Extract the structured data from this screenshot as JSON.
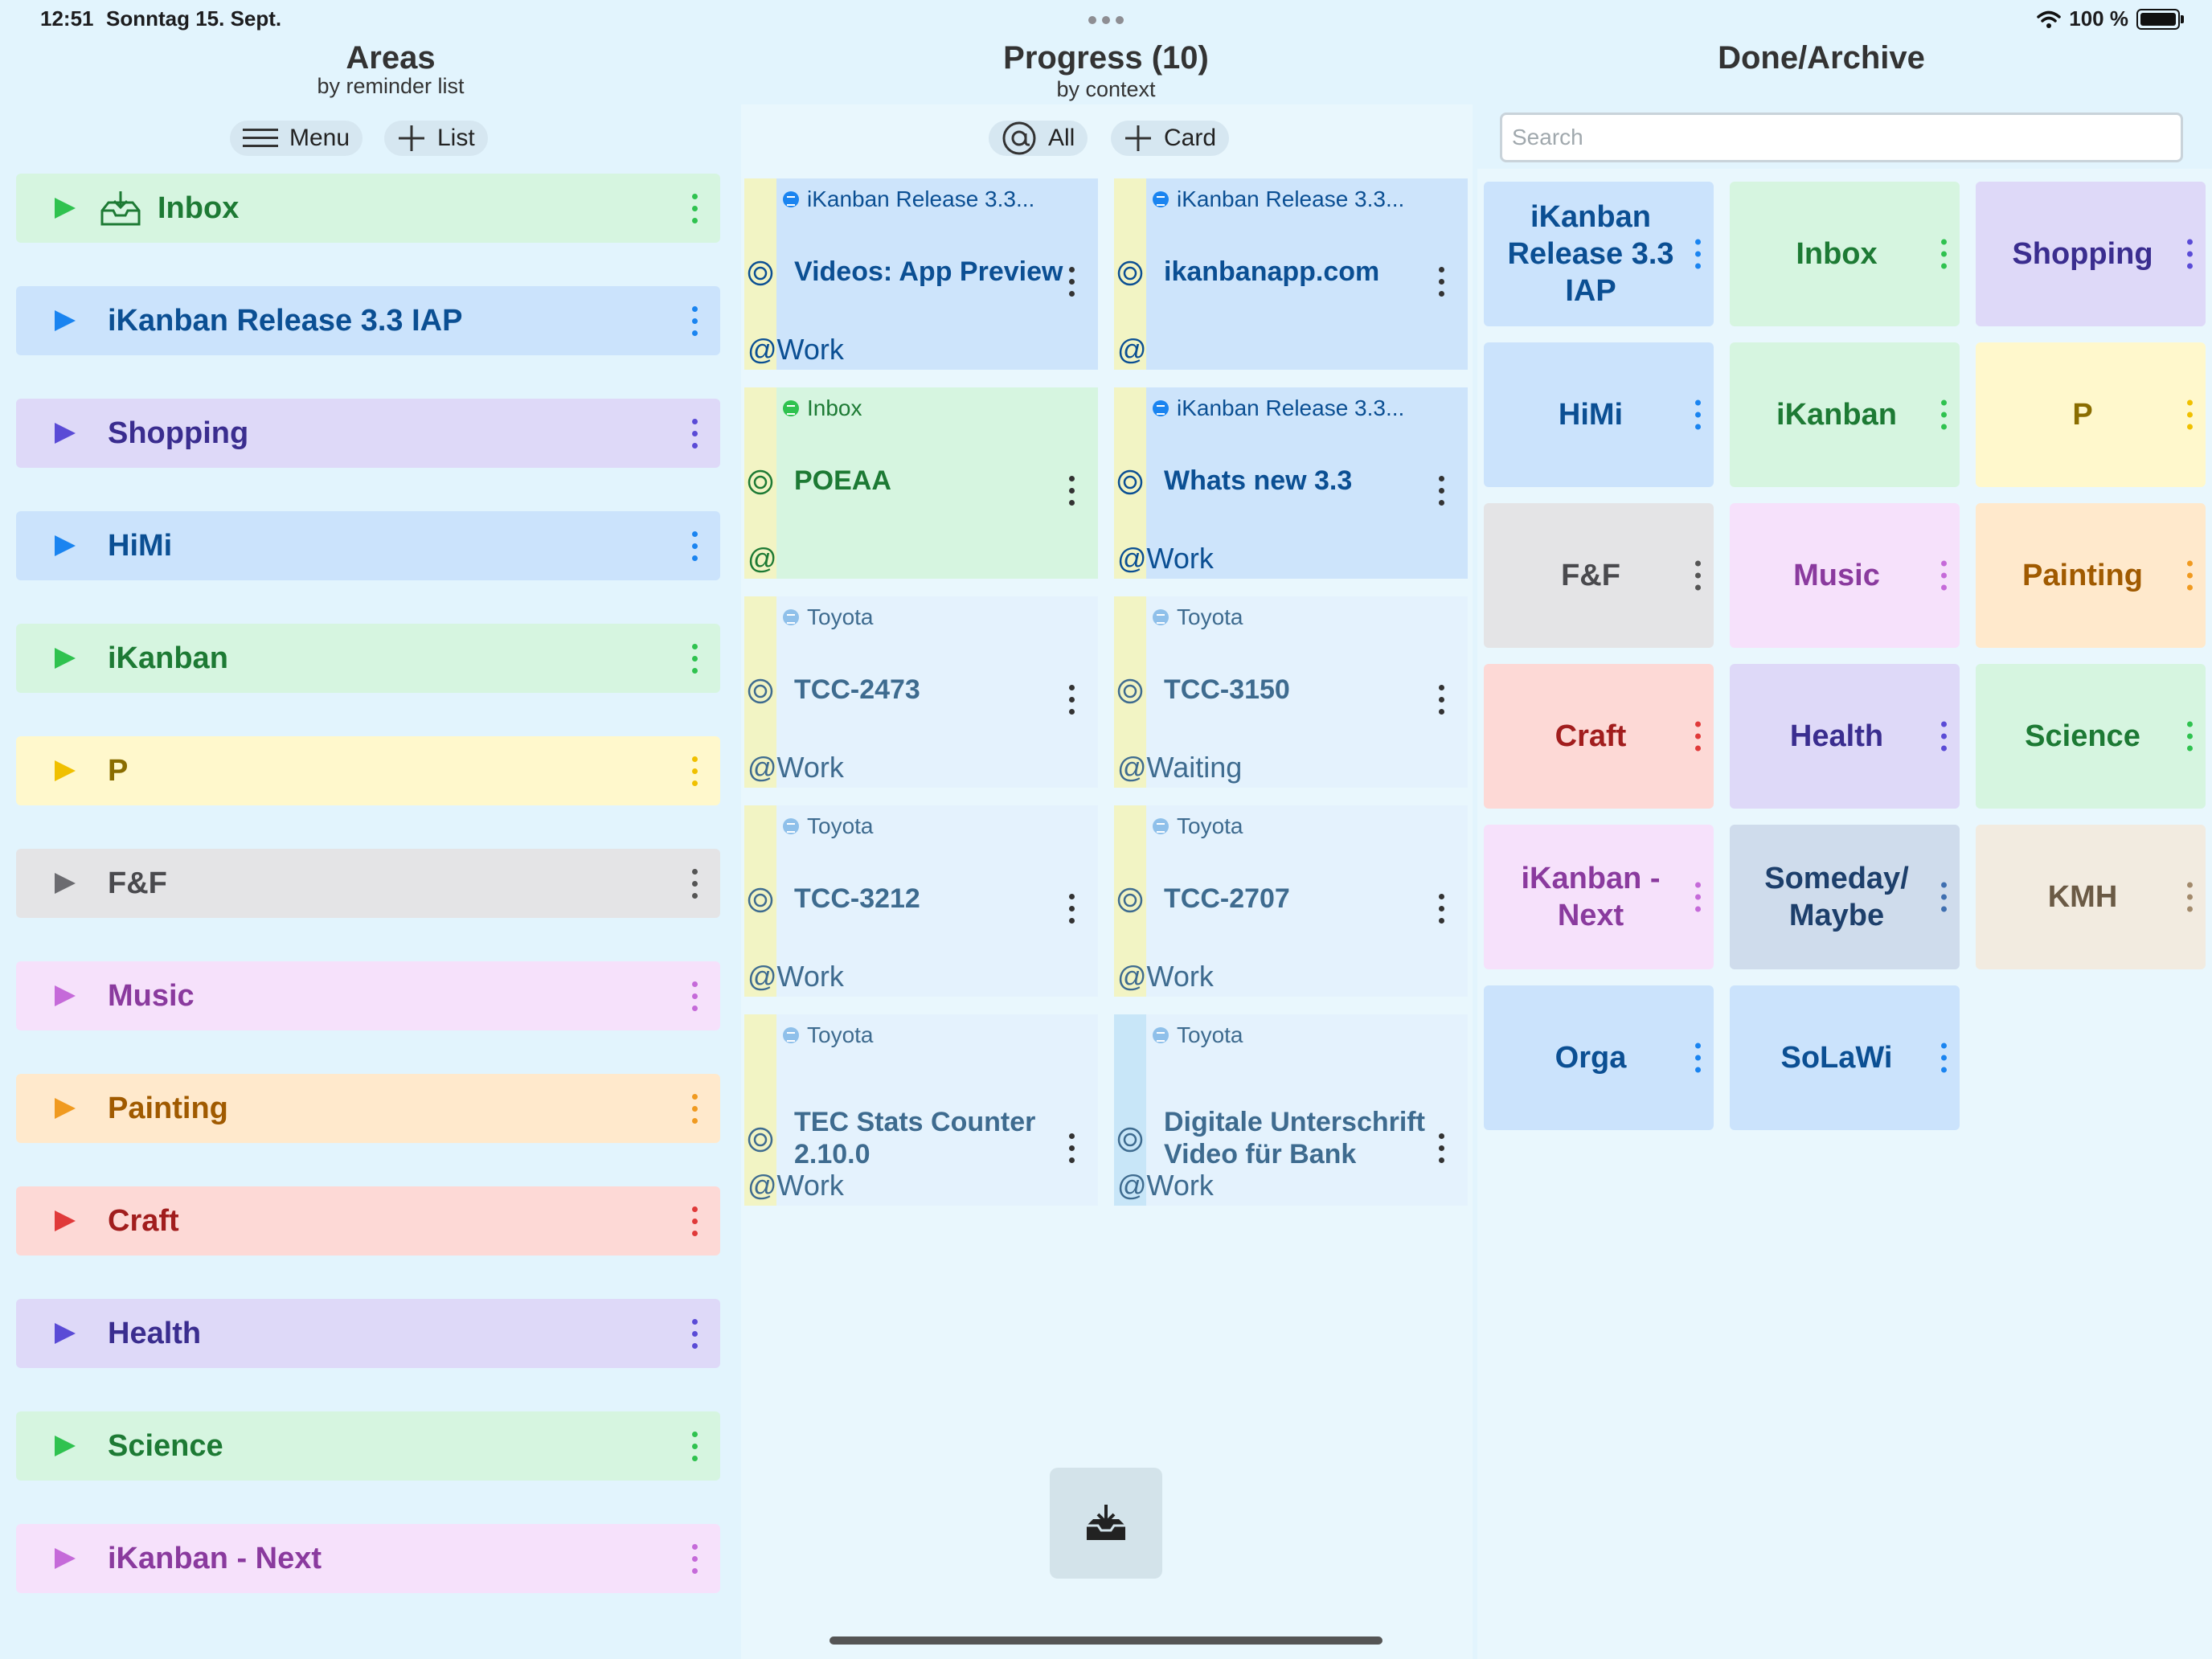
{
  "status": {
    "time": "12:51",
    "date": "Sonntag 15. Sept.",
    "battery": "100 %"
  },
  "areas": {
    "title": "Areas",
    "subtitle": "by reminder list",
    "menu_label": "Menu",
    "list_label": "List",
    "items": [
      {
        "label": "Inbox",
        "color": "#d6f5e0",
        "text": "#1d7a34",
        "accent": "#2fc24f"
      },
      {
        "label": "iKanban Release 3.3 IAP",
        "color": "#cbe3fc",
        "text": "#0b4f93",
        "accent": "#1a84f0"
      },
      {
        "label": "Shopping",
        "color": "#ded9f8",
        "text": "#3a2d8f",
        "accent": "#5a4bd6"
      },
      {
        "label": "HiMi",
        "color": "#cbe3fc",
        "text": "#0b4f93",
        "accent": "#1a84f0"
      },
      {
        "label": "iKanban",
        "color": "#d6f5e0",
        "text": "#1d7a34",
        "accent": "#2fc24f"
      },
      {
        "label": "P",
        "color": "#fff8cc",
        "text": "#8a6d00",
        "accent": "#f0c000"
      },
      {
        "label": "F&F",
        "color": "#e4e4e6",
        "text": "#4a4a4e",
        "accent": "#6b6b70"
      },
      {
        "label": "Music",
        "color": "#f6e1fb",
        "text": "#8a3a9e",
        "accent": "#c56ad9"
      },
      {
        "label": "Painting",
        "color": "#ffe9cc",
        "text": "#a05a00",
        "accent": "#f09a20"
      },
      {
        "label": "Craft",
        "color": "#fdd9d6",
        "text": "#a11d1d",
        "accent": "#e03a3a"
      },
      {
        "label": "Health",
        "color": "#ded9f8",
        "text": "#3a2d8f",
        "accent": "#5a4bd6"
      },
      {
        "label": "Science",
        "color": "#d6f5e0",
        "text": "#1d7a34",
        "accent": "#2fc24f"
      },
      {
        "label": "iKanban - Next",
        "color": "#f6e1fb",
        "text": "#8a3a9e",
        "accent": "#c56ad9"
      }
    ]
  },
  "progress": {
    "title": "Progress (10)",
    "subtitle": "by context",
    "all_label": "All",
    "card_label": "Card",
    "cards": [
      {
        "list": "iKanban Release 3.3...",
        "title": "Videos: App Preview",
        "context": "@Work",
        "bg": "#cde4fb",
        "stripe": "#f2f4c4",
        "text": "#0b4f93",
        "dot": "#1a84f0",
        "ctx": "#0b4f93"
      },
      {
        "list": "iKanban Release 3.3...",
        "title": "ikanbanapp.com",
        "context": "@",
        "bg": "#cde4fb",
        "stripe": "#f2f4c4",
        "text": "#0b4f93",
        "dot": "#1a84f0",
        "ctx": "#0b4f93"
      },
      {
        "list": "Inbox",
        "title": "POEAA",
        "context": "@",
        "bg": "#d6f5e0",
        "stripe": "#f2f4c4",
        "text": "#1d7a34",
        "dot": "#2fc24f",
        "ctx": "#1d7a34"
      },
      {
        "list": "iKanban Release 3.3...",
        "title": "Whats new 3.3",
        "context": "@Work",
        "bg": "#cde4fb",
        "stripe": "#f2f4c4",
        "text": "#0b4f93",
        "dot": "#1a84f0",
        "ctx": "#0b4f93"
      },
      {
        "list": "Toyota",
        "title": "TCC-2473",
        "context": "@Work",
        "bg": "#e4f2fd",
        "stripe": "#f2f4c4",
        "text": "#3e6b8f",
        "dot": "#8fc0ea",
        "ctx": "#3e6b8f"
      },
      {
        "list": "Toyota",
        "title": "TCC-3150",
        "context": "@Waiting",
        "bg": "#e4f2fd",
        "stripe": "#f2f4c4",
        "text": "#3e6b8f",
        "dot": "#8fc0ea",
        "ctx": "#3e6b8f"
      },
      {
        "list": "Toyota",
        "title": "TCC-3212",
        "context": "@Work",
        "bg": "#e4f2fd",
        "stripe": "#f2f4c4",
        "text": "#3e6b8f",
        "dot": "#8fc0ea",
        "ctx": "#3e6b8f"
      },
      {
        "list": "Toyota",
        "title": "TCC-2707",
        "context": "@Work",
        "bg": "#e4f2fd",
        "stripe": "#f2f4c4",
        "text": "#3e6b8f",
        "dot": "#8fc0ea",
        "ctx": "#3e6b8f"
      },
      {
        "list": "Toyota",
        "title": "TEC Stats Counter 2.10.0",
        "context": "@Work",
        "bg": "#e4f2fd",
        "stripe": "#f2f4c4",
        "text": "#3e6b8f",
        "dot": "#8fc0ea",
        "ctx": "#3e6b8f"
      },
      {
        "list": "Toyota",
        "title": "Digitale Unterschrift Video für Bank",
        "context": "@Work",
        "bg": "#e4f2fd",
        "stripe": "#c8e6f8",
        "text": "#3e6b8f",
        "dot": "#8fc0ea",
        "ctx": "#3e6b8f"
      }
    ]
  },
  "done": {
    "title": "Done/Archive",
    "search_placeholder": "Search",
    "tiles": [
      {
        "label": "iKanban Release 3.3 IAP",
        "color": "#cbe3fc",
        "text": "#0b4f93",
        "accent": "#1a84f0"
      },
      {
        "label": "Inbox",
        "color": "#d6f5e0",
        "text": "#1d7a34",
        "accent": "#2fc24f"
      },
      {
        "label": "Shopping",
        "color": "#ded9f8",
        "text": "#3a2d8f",
        "accent": "#5a4bd6"
      },
      {
        "label": "HiMi",
        "color": "#cbe3fc",
        "text": "#0b4f93",
        "accent": "#1a84f0"
      },
      {
        "label": "iKanban",
        "color": "#d6f5e0",
        "text": "#1d7a34",
        "accent": "#2fc24f"
      },
      {
        "label": "P",
        "color": "#fff8cc",
        "text": "#8a6d00",
        "accent": "#f0c000"
      },
      {
        "label": "F&F",
        "color": "#e4e4e6",
        "text": "#4a4a4e",
        "accent": "#6b6b70"
      },
      {
        "label": "Music",
        "color": "#f6e1fb",
        "text": "#8a3a9e",
        "accent": "#c56ad9"
      },
      {
        "label": "Painting",
        "color": "#ffe9cc",
        "text": "#a05a00",
        "accent": "#f09a20"
      },
      {
        "label": "Craft",
        "color": "#fdd9d6",
        "text": "#a11d1d",
        "accent": "#e03a3a"
      },
      {
        "label": "Health",
        "color": "#ded9f8",
        "text": "#3a2d8f",
        "accent": "#5a4bd6"
      },
      {
        "label": "Science",
        "color": "#d6f5e0",
        "text": "#1d7a34",
        "accent": "#2fc24f"
      },
      {
        "label": "iKanban - Next",
        "color": "#f6e1fb",
        "text": "#8a3a9e",
        "accent": "#c56ad9"
      },
      {
        "label": "Someday/ Maybe",
        "color": "#cfdcec",
        "text": "#1d3f6b",
        "accent": "#3f6fb0"
      },
      {
        "label": "KMH",
        "color": "#f2ebe0",
        "text": "#6b5a45",
        "accent": "#a28a6c"
      },
      {
        "label": "Orga",
        "color": "#cbe3fc",
        "text": "#0b4f93",
        "accent": "#1a84f0"
      },
      {
        "label": "SoLaWi",
        "color": "#cbe3fc",
        "text": "#0b4f93",
        "accent": "#1a84f0"
      }
    ]
  },
  "icons": {
    "inbox": "inbox-tray-icon",
    "import": "tray-download-icon",
    "target": "target-icon",
    "menu": "hamburger-icon",
    "plus": "plus-icon",
    "at": "at-sign-icon",
    "wifi": "wifi-icon",
    "battery": "battery-icon"
  }
}
